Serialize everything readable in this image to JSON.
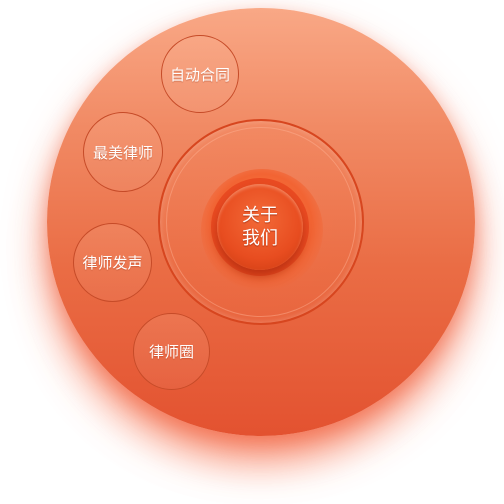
{
  "menu": {
    "center": {
      "line1": "关于",
      "line2": "我们"
    },
    "items": [
      {
        "label": "自动合同"
      },
      {
        "label": "最美律师"
      },
      {
        "label": "律师发声"
      },
      {
        "label": "律师圈"
      }
    ]
  },
  "colors": {
    "disc_top": "#f9a886",
    "disc_bottom": "#e35230",
    "ring": "#d7461f",
    "center_button": "#e84d20",
    "item_border": "#c64b28",
    "text": "#ffffff"
  }
}
